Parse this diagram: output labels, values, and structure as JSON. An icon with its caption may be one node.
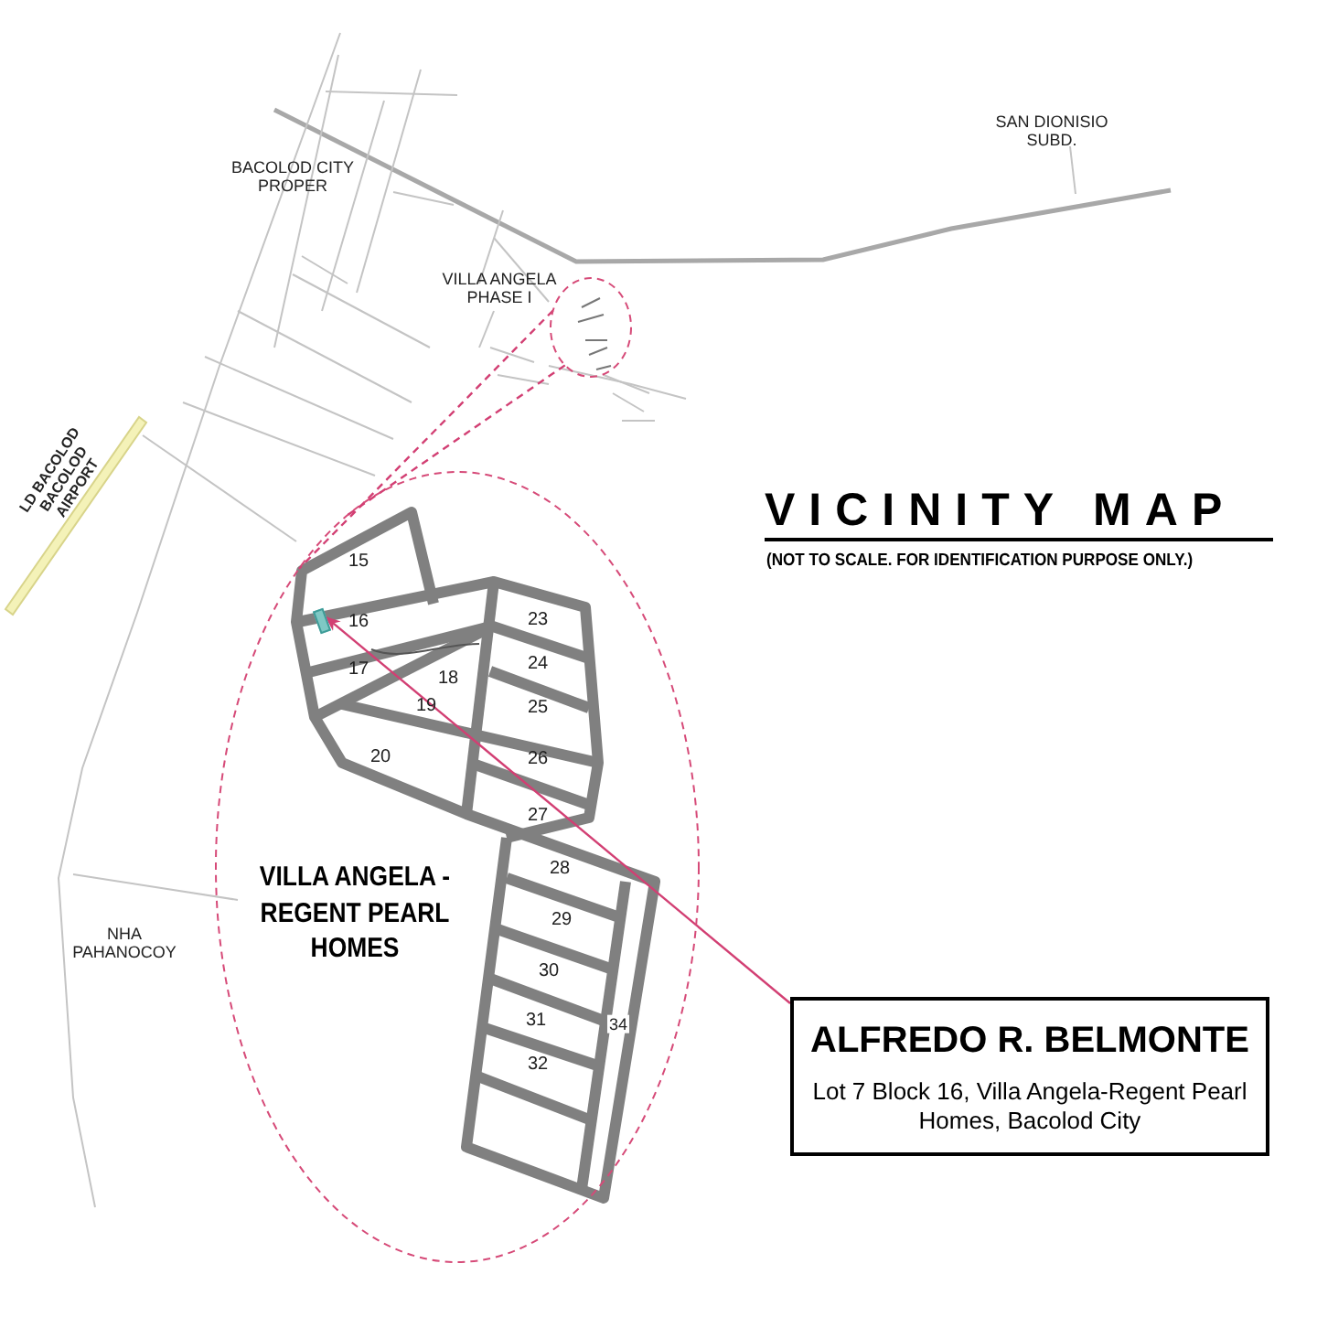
{
  "diagram": {
    "title": "VICINITY MAP",
    "caption": "(NOT TO SCALE. FOR IDENTIFICATION PURPOSE ONLY.)",
    "nodes": [
      {
        "text": [],
        "shape": "circle"
      },
      {
        "text": [
          "VILLA ANGELA - REGENT PEARL HOMES"
        ]
      },
      {
        "text": [],
        "shape": "box",
        "in": 1
      },
      {
        "text": [
          "ALFREDO R. BELMONTE",
          "Lot 7 Block 16, Villa Angela-Regent Pearl Homes, Bacolod City"
        ]
      }
    ],
    "edges": [
      {
        "from": 0,
        "to": 1,
        "arrow": "none",
        "style": "dashed"
      },
      {
        "from": 0,
        "to": 1,
        "arrow": "none",
        "style": "dashed"
      },
      {
        "from": 3,
        "to": 2,
        "arrow": "to"
      }
    ],
    "labels": [
      "SAN DIONISIO SUBD.",
      "BACOLOD CITY PROPER",
      "VILLA ANGELA PHASE I",
      "LD BACOLOD BACOLOD AIRPORT",
      "15",
      "16",
      "17",
      "18",
      "19",
      "20",
      "23",
      "24",
      "25",
      "26",
      "27",
      "28",
      "29",
      "30",
      "31",
      "32",
      "34",
      "NHA PAHANOCOY"
    ]
  }
}
